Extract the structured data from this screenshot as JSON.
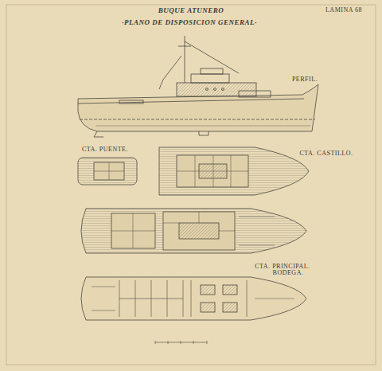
{
  "diagram": {
    "title": "BUQUE ATUNERO",
    "labels": [
      "·PLANO DE DISPOSICION GENERAL·",
      "LAMINA 68",
      "PERFIL.",
      "CTA. PUENTE.",
      "CTA. CASTILLO.",
      "CTA. PRINCIPAL.",
      "BODEGA."
    ]
  }
}
